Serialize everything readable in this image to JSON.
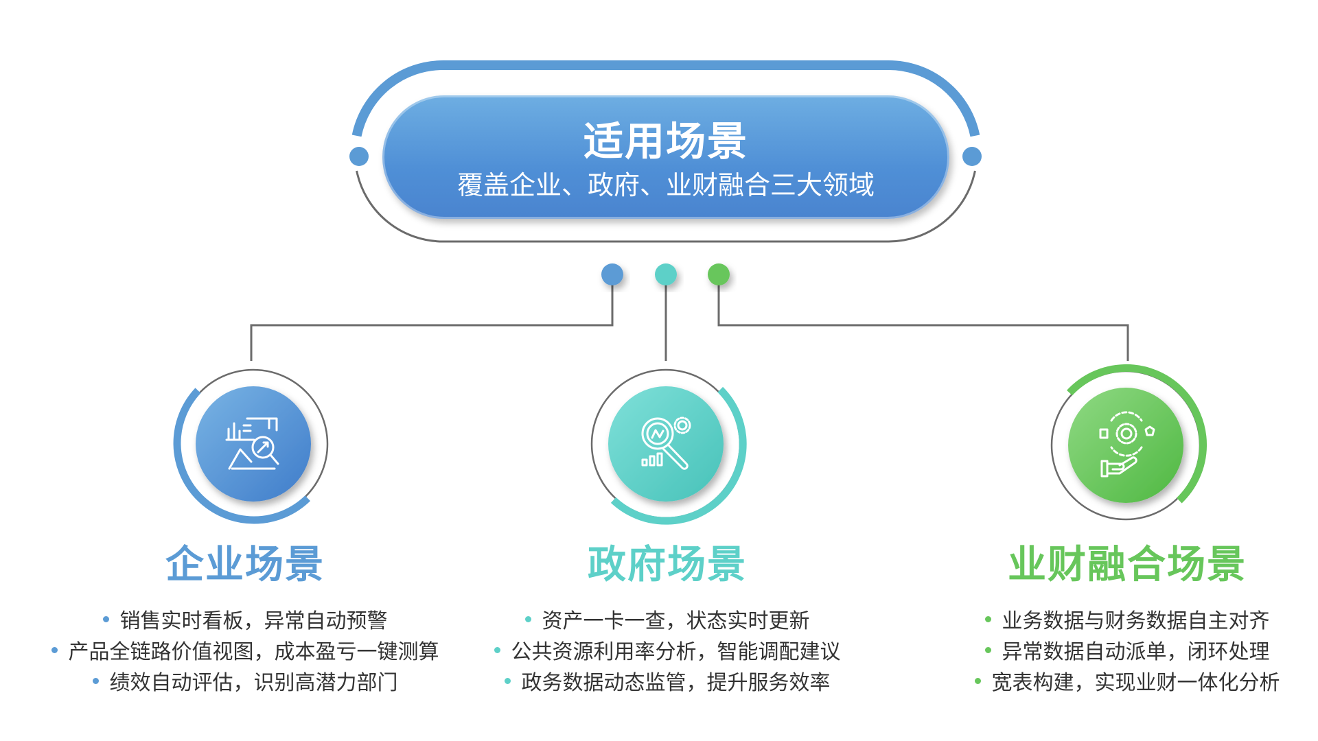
{
  "header": {
    "title": "适用场景",
    "subtitle": "覆盖企业、政府、业财融合三大领域"
  },
  "colors": {
    "blue": "#5b9bd5",
    "teal": "#5dd0c8",
    "green": "#67c65b",
    "line": "#6b6b6b"
  },
  "scenarios": [
    {
      "title": "企业场景",
      "icon": "chart-analysis-icon",
      "bullets": [
        "销售实时看板，异常自动预警",
        "产品全链路价值视图，成本盈亏一键测算",
        "绩效自动评估，识别高潜力部门"
      ]
    },
    {
      "title": "政府场景",
      "icon": "magnifier-gear-icon",
      "bullets": [
        "资产一卡一查，状态实时更新",
        "公共资源利用率分析，智能调配建议",
        "政务数据动态监管，提升服务效率"
      ]
    },
    {
      "title": "业财融合场景",
      "icon": "hand-gear-icon",
      "bullets": [
        "业务数据与财务数据自主对齐",
        "异常数据自动派单，闭环处理",
        "宽表构建，实现业财一体化分析"
      ]
    }
  ]
}
